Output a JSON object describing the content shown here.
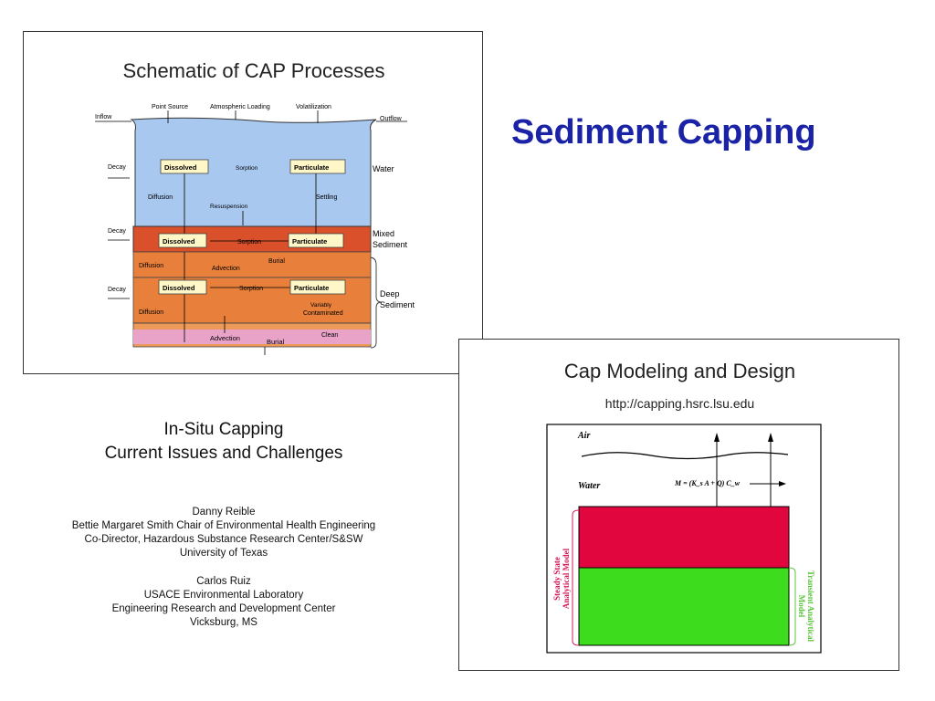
{
  "page": {
    "title": "Sediment Capping"
  },
  "schematic": {
    "title": "Schematic of CAP Processes",
    "labels": {
      "point_source": "Point Source",
      "atmospheric_loading": "Atmospheric Loading",
      "volatilization": "Volatilization",
      "inflow": "Inflow",
      "outflow": "Outflow",
      "decay": "Decay",
      "dissolved": "Dissolved",
      "sorption_water": "Sorption",
      "particulate_water": "Particulate",
      "water": "Water",
      "diffusion": "Diffusion",
      "settling": "Settling",
      "resuspension": "Resuspension",
      "sorption": "Sorption",
      "particulate": "Particulate",
      "mixed": "Mixed",
      "sediment": "Sediment",
      "burial": "Burial",
      "advection": "Advection",
      "deep": "Deep",
      "variably": "Variably",
      "contaminated": "Contaminated",
      "clean": "Clean"
    }
  },
  "capping": {
    "title_line1": "In-Situ Capping",
    "title_line2": "Current Issues and Challenges",
    "author1_name": "Danny Reible",
    "author1_line1": "Bettie Margaret Smith Chair of Environmental Health Engineering",
    "author1_line2": "Co-Director, Hazardous Substance Research Center/S&SW",
    "author1_line3": "University of Texas",
    "author2_name": "Carlos Ruiz",
    "author2_line1": "USACE Environmental Laboratory",
    "author2_line2": "Engineering Research and Development Center",
    "author2_line3": "Vicksburg, MS"
  },
  "modeling": {
    "title": "Cap Modeling and Design",
    "url": "http://capping.hsrc.lsu.edu",
    "air": "Air",
    "water": "Water",
    "formula": "M = (K_s A + Q) C_w",
    "steady_line1": "Steady State",
    "steady_line2": "Analytical Model",
    "transient_line1": "Transient Analytical",
    "transient_line2": "Model"
  },
  "colors": {
    "title_blue": "#1a23a6",
    "water_blue": "#a8c8f0",
    "mixed_red": "#d9502a",
    "deep_orange": "#e8803c",
    "clean_pink": "#e9a3c9",
    "cap_red": "#e2063f",
    "cap_green": "#3ddc1c",
    "steady_label": "#d6185a",
    "transient_label": "#5ac43a"
  }
}
